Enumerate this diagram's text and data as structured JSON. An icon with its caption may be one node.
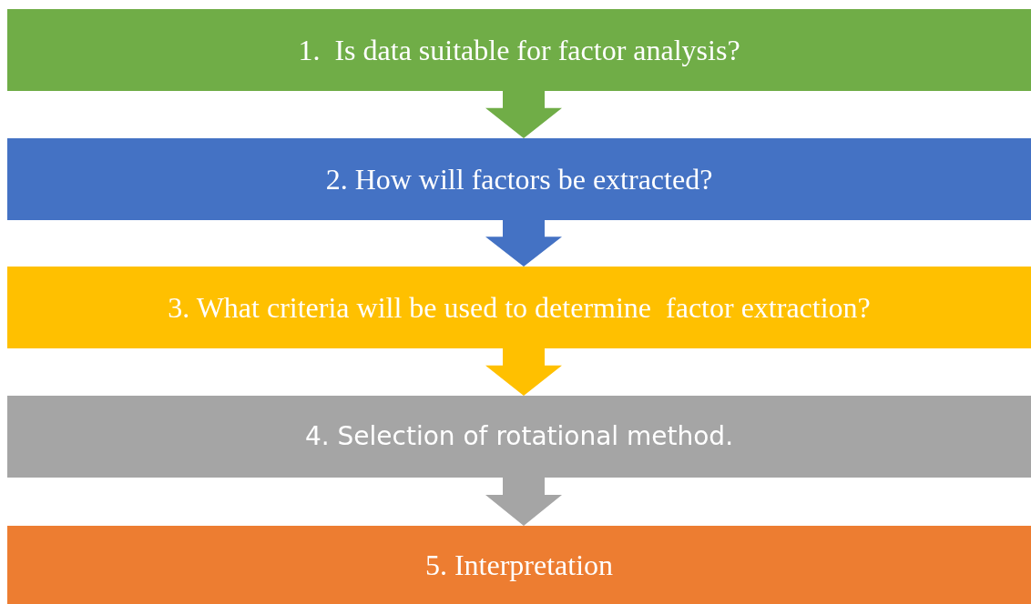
{
  "diagram": {
    "nodes": [
      {
        "text": [
          "1.  Is data suitable for factor analysis?"
        ]
      },
      {
        "text": [
          "2. How will factors be extracted?"
        ]
      },
      {
        "text": [
          "3. What criteria will be used to determine  factor extraction?"
        ]
      },
      {
        "text": [
          "4. Selection of rotational method."
        ]
      },
      {
        "text": [
          "5. Interpretation"
        ]
      }
    ],
    "edges": [
      {
        "from": 0,
        "to": 1,
        "arrow": "to",
        "color": "#70ad47"
      },
      {
        "from": 1,
        "to": 2,
        "arrow": "to",
        "color": "#4472c4"
      },
      {
        "from": 2,
        "to": 3,
        "arrow": "to",
        "color": "#ffc000"
      },
      {
        "from": 3,
        "to": 4,
        "arrow": "to",
        "color": "#a5a5a5"
      }
    ]
  }
}
